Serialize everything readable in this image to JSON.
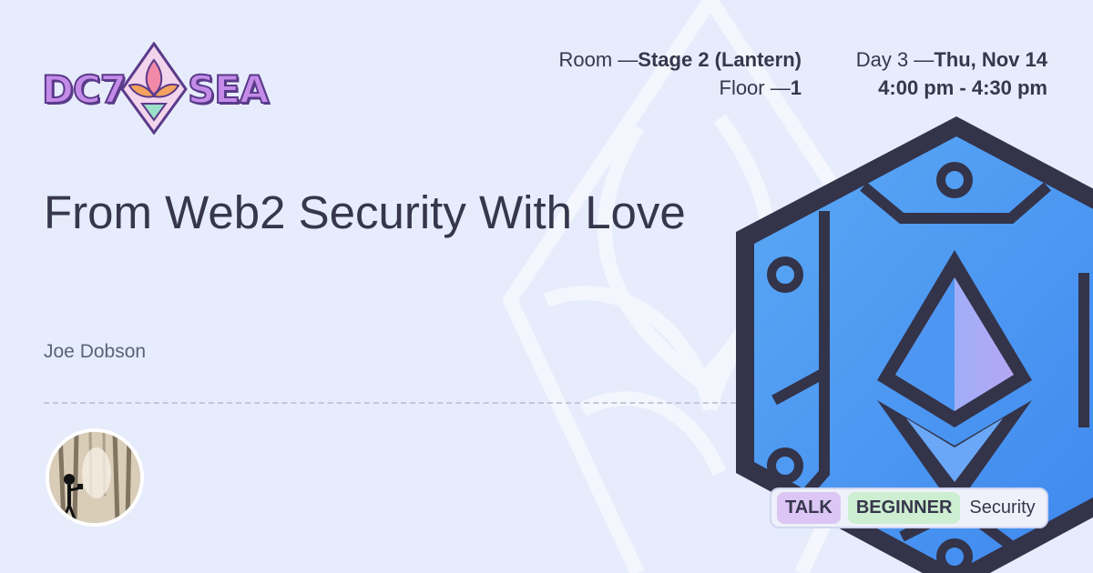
{
  "event": {
    "logo_left": "DC7",
    "logo_right": "SEA"
  },
  "session": {
    "room_label": "Room —",
    "room": "Stage 2 (Lantern)",
    "floor_label": "Floor —",
    "floor": "1",
    "day_label": "Day 3 —",
    "date": "Thu, Nov 14",
    "time": "4:00 pm - 4:30 pm",
    "title": "From Web2 Security With Love",
    "speaker": "Joe Dobson"
  },
  "tags": {
    "type": "TALK",
    "level": "BEGINNER",
    "topic": "Security"
  },
  "icons": {
    "background": "lotus-outline-icon",
    "badge": "ethereum-hexagon-icon",
    "logo": "lotus-diamond-icon"
  },
  "colors": {
    "background": "#e6ecfb",
    "text": "#36364c",
    "hex_frame": "#33334a",
    "hex_fill": "#6aa8f7",
    "tag_talk": "#dcc6f5",
    "tag_level": "#cdeed0"
  }
}
